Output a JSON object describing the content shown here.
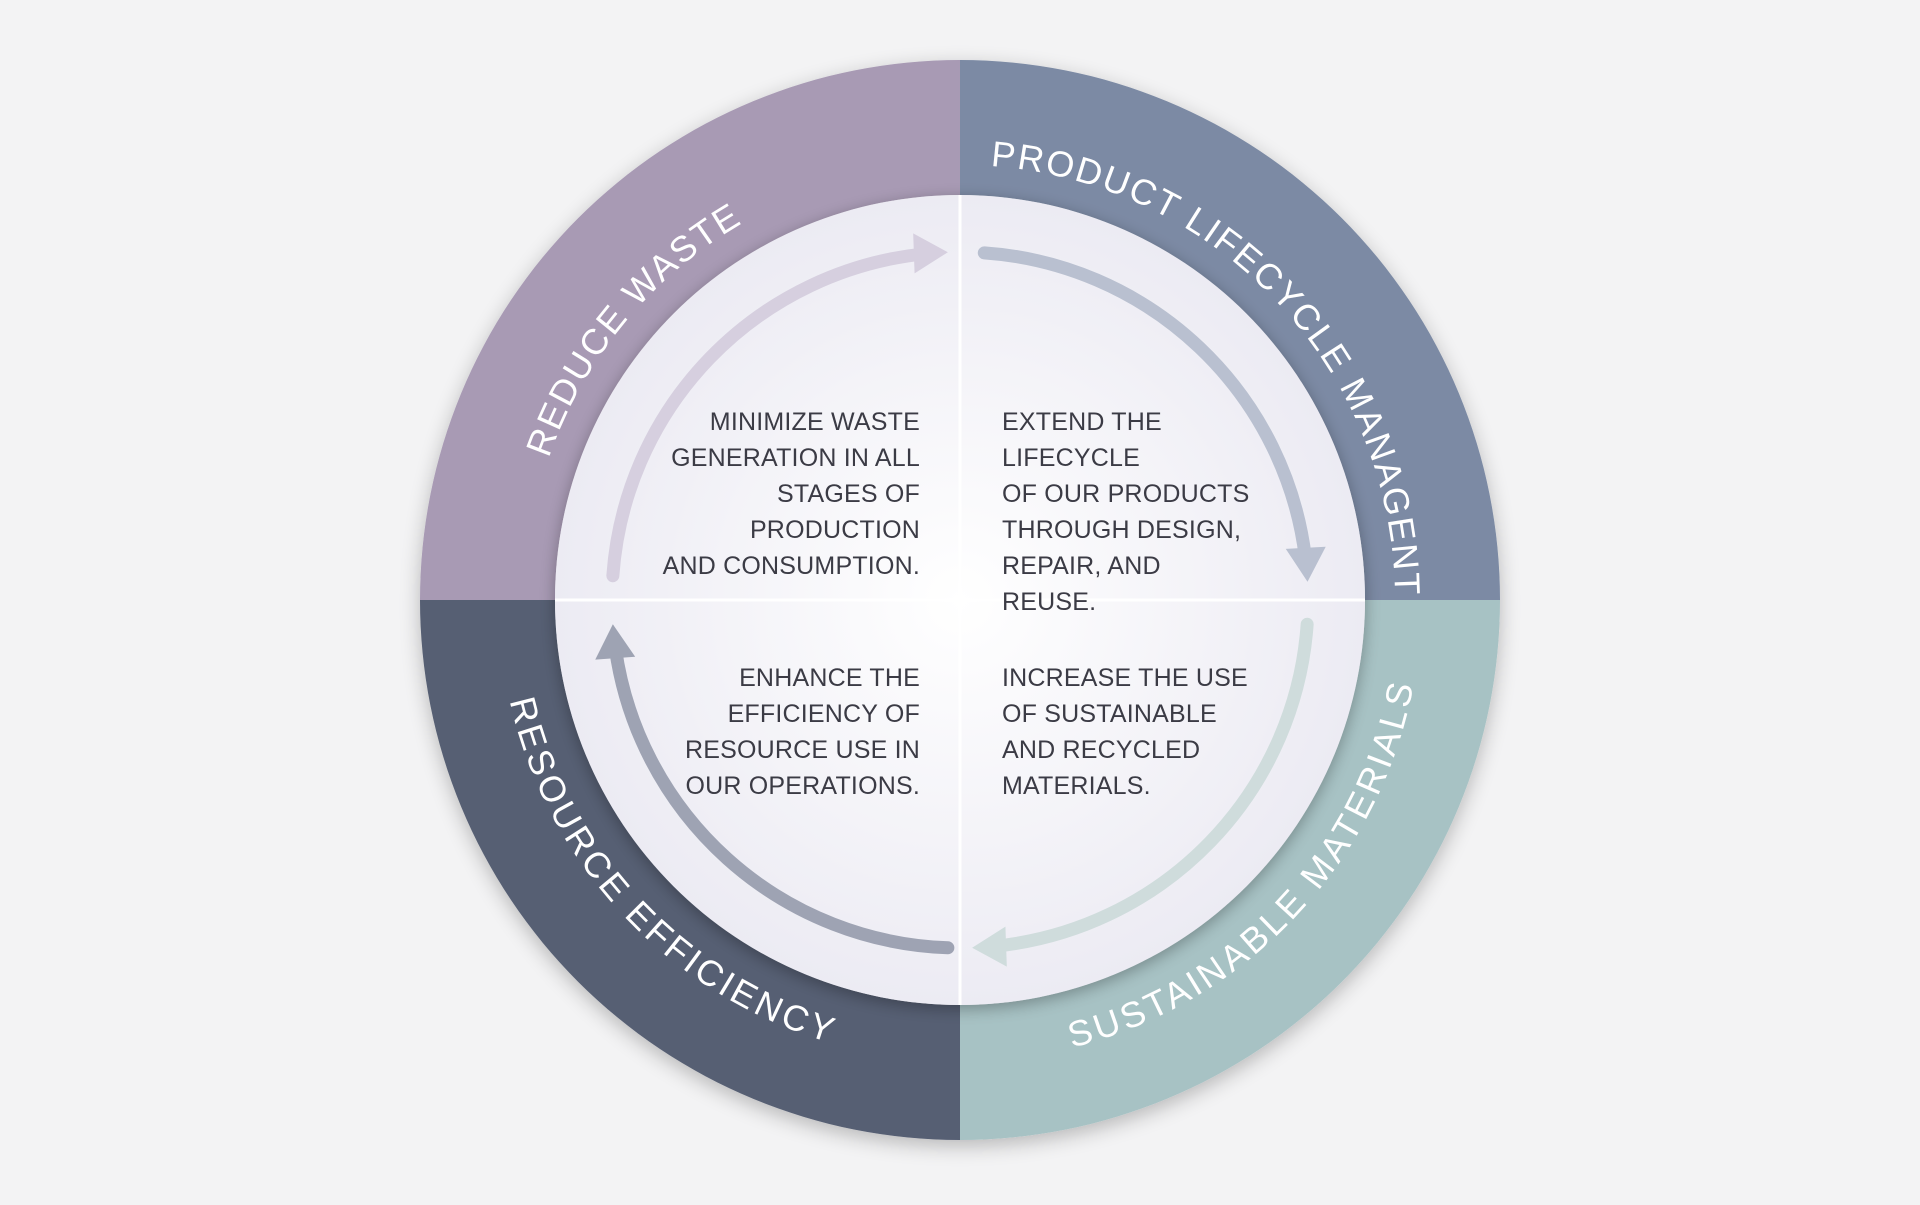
{
  "colors": {
    "background": "#f3f3f4",
    "reduce_waste": "#a89ab4",
    "product_lifecycle": "#7b8aa4",
    "sustainable_materials": "#a7c2c4",
    "resource_efficiency": "#565f73",
    "inner_disc": "#f4f3f8",
    "body_text": "#3b3b45"
  },
  "ring": {
    "top_left_label": "REDUCE WASTE",
    "top_right_label": "PRODUCT LIFECYCLE MANAGENT",
    "bottom_right_label": "SUSTAINABLE MATERIALS",
    "bottom_left_label": "RESOURCE EFFICIENCY"
  },
  "quadrants": {
    "top_left": "MINIMIZE WASTE\nGENERATION IN ALL\nSTAGES OF PRODUCTION\nAND CONSUMPTION.",
    "top_right": "EXTEND THE LIFECYCLE\nOF OUR PRODUCTS\nTHROUGH DESIGN,\nREPAIR, AND REUSE.",
    "bottom_right": "INCREASE THE USE\nOF SUSTAINABLE\nAND RECYCLED\nMATERIALS.",
    "bottom_left": "ENHANCE THE\nEFFICIENCY OF\nRESOURCE USE IN\nOUR OPERATIONS."
  },
  "arrows": [
    {
      "from": "bottom-left",
      "to": "top-left",
      "color": "#9ea3b3"
    },
    {
      "from": "top-left",
      "to": "top-right",
      "color": "#d6cfdf"
    },
    {
      "from": "top-right",
      "to": "bottom-right",
      "color": "#b9c0d0"
    },
    {
      "from": "bottom-right",
      "to": "bottom-left",
      "color": "#cfdcdc"
    }
  ]
}
